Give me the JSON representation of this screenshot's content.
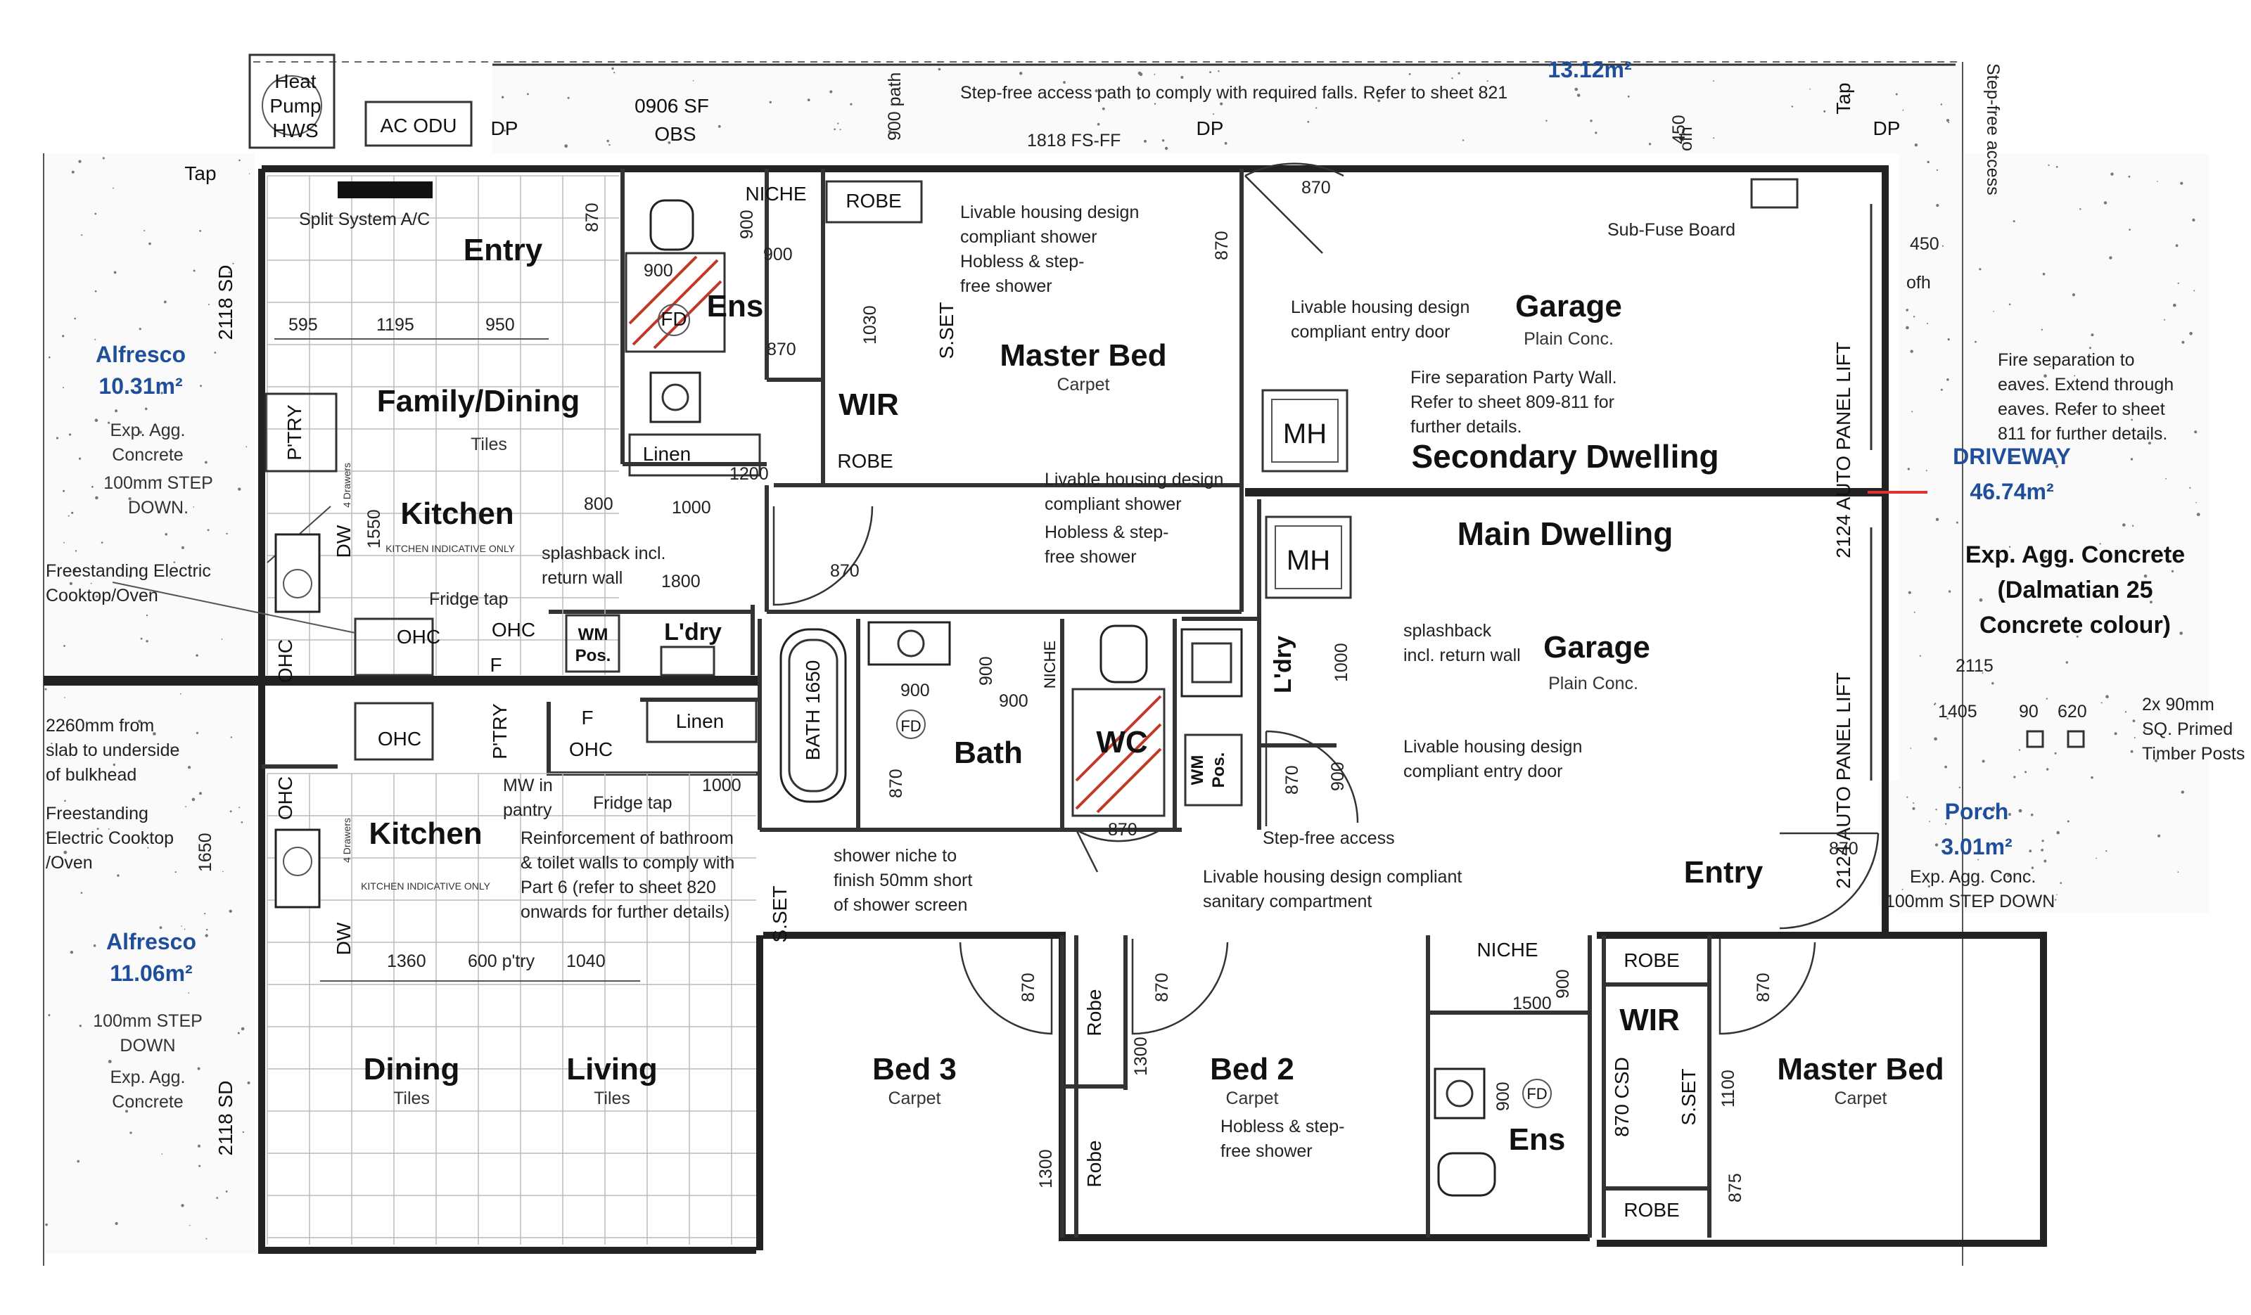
{
  "areas": {
    "top_path_area": "13.12m²",
    "alfresco_top_name": "Alfresco",
    "alfresco_top_area": "10.31m²",
    "alfresco_bottom_name": "Alfresco",
    "alfresco_bottom_area": "11.06m²",
    "driveway_name": "DRIVEWAY",
    "driveway_area": "46.74m²",
    "porch_name": "Porch",
    "porch_area": "3.01m²"
  },
  "dwellings": {
    "secondary": "Secondary Dwelling",
    "main": "Main Dwelling"
  },
  "rooms": {
    "entry_top": "Entry",
    "family_dining": "Family/Dining",
    "family_dining_floor": "Tiles",
    "kitchen_top": "Kitchen",
    "kitchen_indicative": "KITCHEN INDICATIVE ONLY",
    "ens_top": "Ens",
    "wir_top": "WIR",
    "master_bed_top": "Master Bed",
    "master_bed_top_floor": "Carpet",
    "garage_top": "Garage",
    "garage_top_floor": "Plain Conc.",
    "garage_bottom": "Garage",
    "garage_bottom_floor": "Plain Conc.",
    "ldry_top": "L'dry",
    "ldry_bottom": "L'dry",
    "bath": "Bath",
    "wc": "WC",
    "kitchen_bottom": "Kitchen",
    "dining": "Dining",
    "dining_floor": "Tiles",
    "living": "Living",
    "living_floor": "Tiles",
    "bed3": "Bed 3",
    "bed3_floor": "Carpet",
    "bed2": "Bed 2",
    "bed2_floor": "Carpet",
    "ens_bottom": "Ens",
    "wir_bottom": "WIR",
    "master_bed_bottom": "Master Bed",
    "master_bed_bottom_floor": "Carpet",
    "entry_bottom": "Entry"
  },
  "fixtures": {
    "heat_pump": [
      "Heat",
      "Pump",
      "HWS"
    ],
    "ac_odu": "AC ODU",
    "dp": "DP",
    "tap": "Tap",
    "niche": "NICHE",
    "robe": "ROBE",
    "robe_lower": "Robe",
    "linen": "Linen",
    "mh": "MH",
    "wm_pos": [
      "WM",
      "Pos."
    ],
    "ohc": "OHC",
    "ptry": "P'TRY",
    "dw": "DW",
    "f": "F",
    "fd": "FD",
    "s_set": "S.SET",
    "bath_dim": "BATH 1650",
    "drawers": "4 Drawers",
    "csd": "870 CSD",
    "auto_panel_lift": "2124 AUTO PANEL LIFT",
    "split_system": "Split System A/C",
    "sub_fuse": "Sub-Fuse Board",
    "step_free_access_side": "Step-free access",
    "sd": "2118 SD"
  },
  "notes": {
    "step_free_path": "Step-free access path to comply with required falls. Refer to sheet 821",
    "obs": [
      "0906 SF",
      "OBS"
    ],
    "fs_ff": "1818 FS-FF",
    "livable_shower_top": [
      "Livable housing design",
      "compliant shower",
      "Hobless & step-",
      "free shower"
    ],
    "livable_entry_top": [
      "Livable housing design",
      "compliant entry door"
    ],
    "fire_party_wall": [
      "Fire separation Party Wall.",
      "Refer to sheet 809-811 for",
      "further details."
    ],
    "fire_eaves": [
      "Fire separation to",
      "eaves. Extend through",
      "eaves. Refer to sheet",
      "811 for further details."
    ],
    "concrete_right": [
      "Exp. Agg. Concrete",
      "(Dalmatian 25",
      "Concrete colour)"
    ],
    "concrete_left_top": [
      "Exp. Agg.",
      "Concrete",
      "100mm STEP",
      "DOWN."
    ],
    "concrete_left_bottom": [
      "100mm STEP",
      "DOWN",
      "Exp. Agg.",
      "Concrete"
    ],
    "freestanding_top": [
      "Freestanding Electric",
      "Cooktop/Oven"
    ],
    "freestanding_bottom": [
      "Freestanding",
      "Electric Cooktop",
      "/Oven"
    ],
    "bulkhead": [
      "2260mm from",
      "slab to underside",
      "of bulkhead"
    ],
    "fridge_tap": "Fridge tap",
    "splashback_kitchen": [
      "splashback incl.",
      "return wall"
    ],
    "livable_shower_mid": [
      "Livable housing design",
      "compliant shower",
      "Hobless & step-",
      "free shower"
    ],
    "splashback_ldry": [
      "splashback",
      "incl. return wall"
    ],
    "livable_entry_bottom": [
      "Livable housing design",
      "compliant entry door"
    ],
    "mw_pantry": [
      "MW in",
      "pantry"
    ],
    "reinforcement": [
      "Reinforcement of bathroom",
      "& toilet walls to comply with",
      "Part 6 (refer to sheet 820",
      "onwards for further details)"
    ],
    "shower_niche": [
      "shower niche to",
      "finish 50mm short",
      "of shower screen"
    ],
    "step_free_access": "Step-free access",
    "livable_sanitary": [
      "Livable housing design compliant",
      "sanitary compartment"
    ],
    "hobless_bed2": [
      "Hobless & step-",
      "free shower"
    ],
    "porch_note": [
      "Exp. Agg. Conc.",
      "100mm STEP DOWN"
    ],
    "timber_posts": [
      "2x 90mm",
      "SQ. Primed",
      "Timber Posts"
    ],
    "ofh": "ofh"
  },
  "dimensions": {
    "d870": "870",
    "d900": "900",
    "d1030": "1030",
    "d1200": "1200",
    "d595": "595",
    "d1195": "1195",
    "d950": "950",
    "d800": "800",
    "d1000": "1000",
    "d1800": "1800",
    "d1550": "1550",
    "d1650": "1650",
    "d1360": "1360",
    "d600": "600 p'try",
    "d1040": "1040",
    "d1300": "1300",
    "d1500": "1500",
    "d1100": "1100",
    "d875": "875",
    "d450": "450",
    "d2115": "2115",
    "d1405": "1405",
    "d90": "90",
    "d620": "620",
    "d900path": "900 path"
  }
}
